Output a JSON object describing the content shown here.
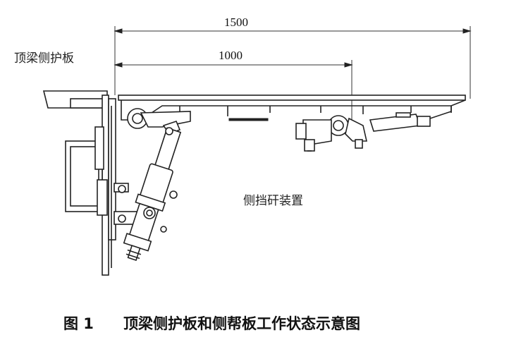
{
  "dimensions": {
    "overall": "1500",
    "partial": "1000"
  },
  "labels": {
    "canopy_side_guard": "顶梁侧护板",
    "side_baffle_device": "侧挡矸装置"
  },
  "caption": {
    "figure_number": "图 1",
    "title": "顶梁侧护板和侧帮板工作状态示意图"
  }
}
